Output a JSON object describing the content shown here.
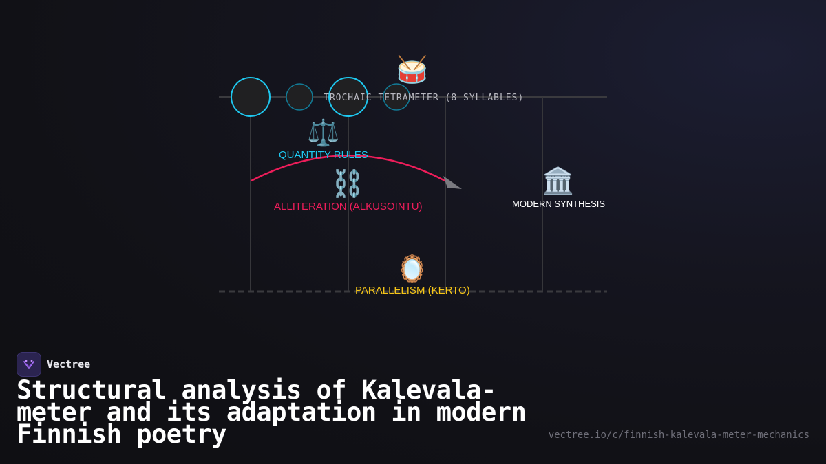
{
  "diagram": {
    "nodes": {
      "trochaic": {
        "label": "TROCHAIC TETRAMETER (8 SYLLABLES)",
        "icon": "drum-icon",
        "emoji": "🥁"
      },
      "quantity": {
        "label": "QUANTITY RULES",
        "icon": "scales-icon",
        "emoji": "⚖️",
        "color": "#1ec8f0"
      },
      "alliteration": {
        "label": "ALLITERATION (ALKUSOINTU)",
        "icon": "chain-icon",
        "emoji": "⛓️",
        "color": "#ee1d5a"
      },
      "modern": {
        "label": "MODERN SYNTHESIS",
        "icon": "classical-building-icon",
        "emoji": "🏛️",
        "color": "#ffffff"
      },
      "parallelism": {
        "label": "PARALLELISM (KERTO)",
        "icon": "mirror-icon",
        "emoji": "🪞",
        "color": "#f5c518"
      }
    },
    "colors": {
      "accent_cyan": "#1ec8f0",
      "accent_red": "#ee1d5a",
      "accent_yellow": "#f5c518",
      "line_gray": "#3a3a3e"
    }
  },
  "brand": {
    "name": "Vectree",
    "icon": "vectree-logo-icon"
  },
  "title": "Structural analysis of Kalevala-meter and its adaptation in modern Finnish poetry",
  "url": "vectree.io/c/finnish-kalevala-meter-mechanics"
}
